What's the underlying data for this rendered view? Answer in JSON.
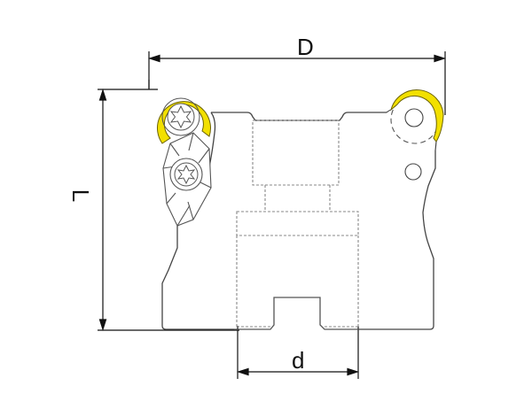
{
  "drawing": {
    "type": "milling cutter head technical drawing (side view)",
    "dimensions": {
      "outer_diameter_label": "D",
      "bore_diameter_label": "d",
      "length_label": "L"
    },
    "colors": {
      "insert_yellow": "#f2e000",
      "outline": "#333333",
      "hidden_line": "#888888",
      "dimension_line": "#111111",
      "background": "#ffffff"
    },
    "components": [
      "round-insert-left",
      "torx-screw-left",
      "clamp-wedge-left",
      "round-insert-right",
      "screw-hole-right",
      "cutter-body",
      "bore-hidden",
      "drive-slot"
    ]
  }
}
